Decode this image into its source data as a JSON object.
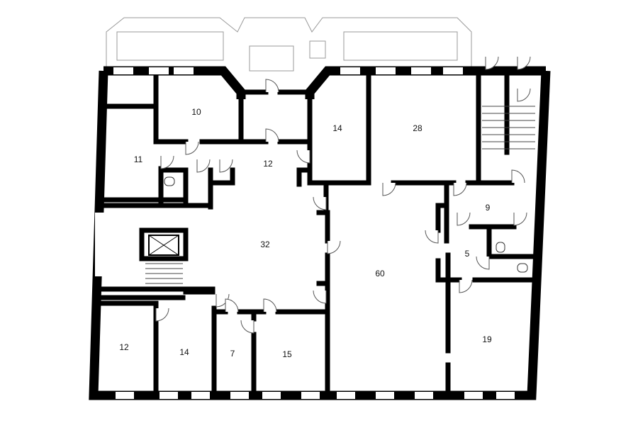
{
  "plan": {
    "rooms": [
      {
        "id": "room-10",
        "label": "10"
      },
      {
        "id": "room-11",
        "label": "11"
      },
      {
        "id": "room-12-hall",
        "label": "12"
      },
      {
        "id": "room-14-north",
        "label": "14"
      },
      {
        "id": "room-28",
        "label": "28"
      },
      {
        "id": "room-9",
        "label": "9"
      },
      {
        "id": "room-32",
        "label": "32"
      },
      {
        "id": "room-5",
        "label": "5"
      },
      {
        "id": "room-60",
        "label": "60"
      },
      {
        "id": "room-12-south",
        "label": "12"
      },
      {
        "id": "room-14-south",
        "label": "14"
      },
      {
        "id": "room-7",
        "label": "7"
      },
      {
        "id": "room-15",
        "label": "15"
      },
      {
        "id": "room-19",
        "label": "19"
      }
    ]
  }
}
